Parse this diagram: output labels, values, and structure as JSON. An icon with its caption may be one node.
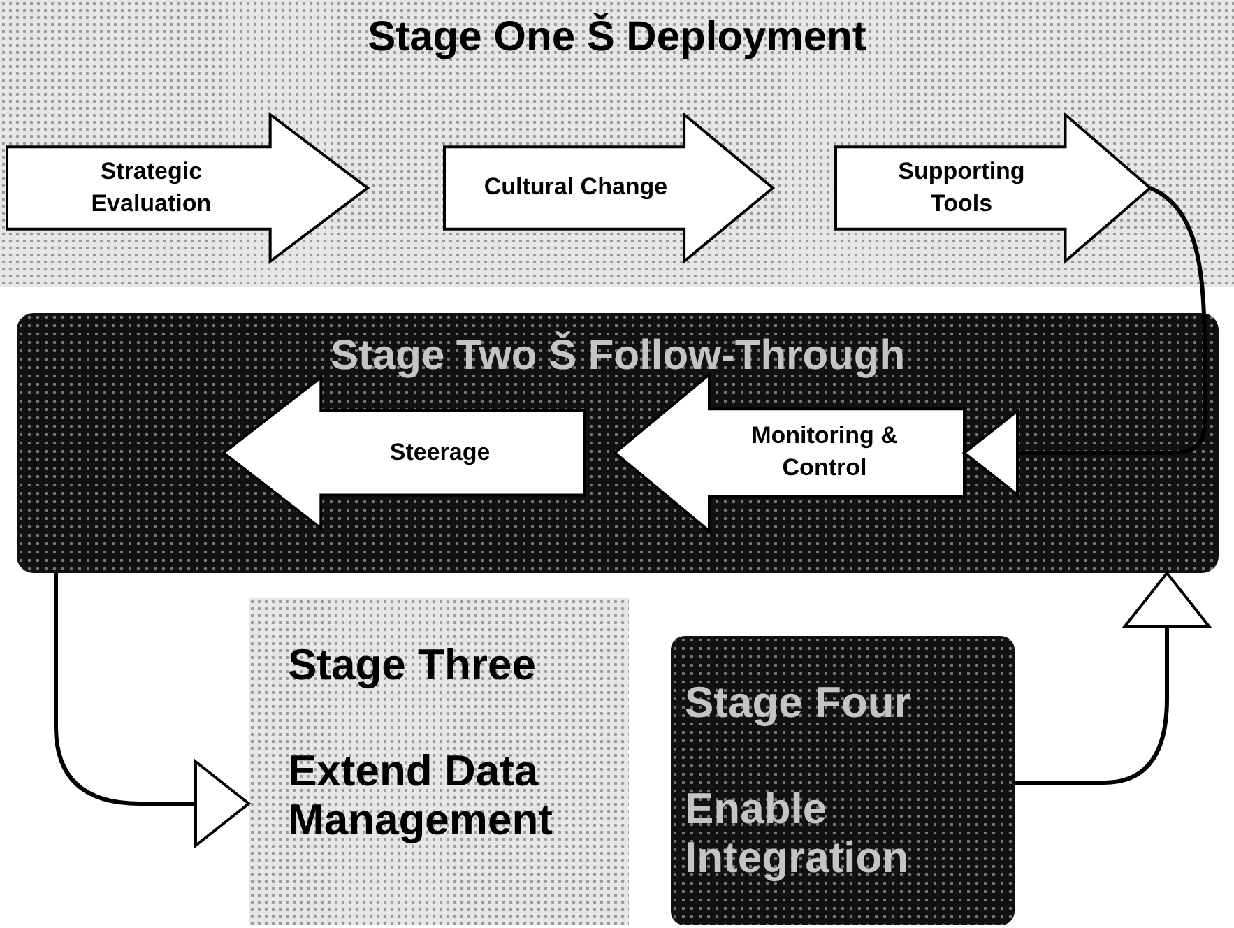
{
  "diagram": {
    "nodes": [
      {
        "text": [
          "Stage One Š Deployment"
        ]
      },
      {
        "text": [
          "Strategic Evaluation"
        ],
        "in": 0
      },
      {
        "text": [
          "Cultural Change"
        ],
        "in": 0
      },
      {
        "text": [
          "Supporting Tools"
        ],
        "in": 0
      },
      {
        "text": [
          "Stage Two Š Follow-Through"
        ]
      },
      {
        "text": [
          "Steerage"
        ],
        "in": 4
      },
      {
        "text": [
          "Monitoring & Control"
        ],
        "in": 4
      },
      {
        "text": [
          "Stage Three",
          "Extend Data Management"
        ]
      },
      {
        "text": [
          "Stage Four",
          "Enable Integration"
        ]
      }
    ],
    "edges": [
      {
        "from": 3,
        "to": 6,
        "arrow": "to"
      },
      {
        "from": 4,
        "to": 7,
        "arrow": "to"
      },
      {
        "from": 8,
        "to": 4,
        "arrow": "to"
      }
    ]
  }
}
